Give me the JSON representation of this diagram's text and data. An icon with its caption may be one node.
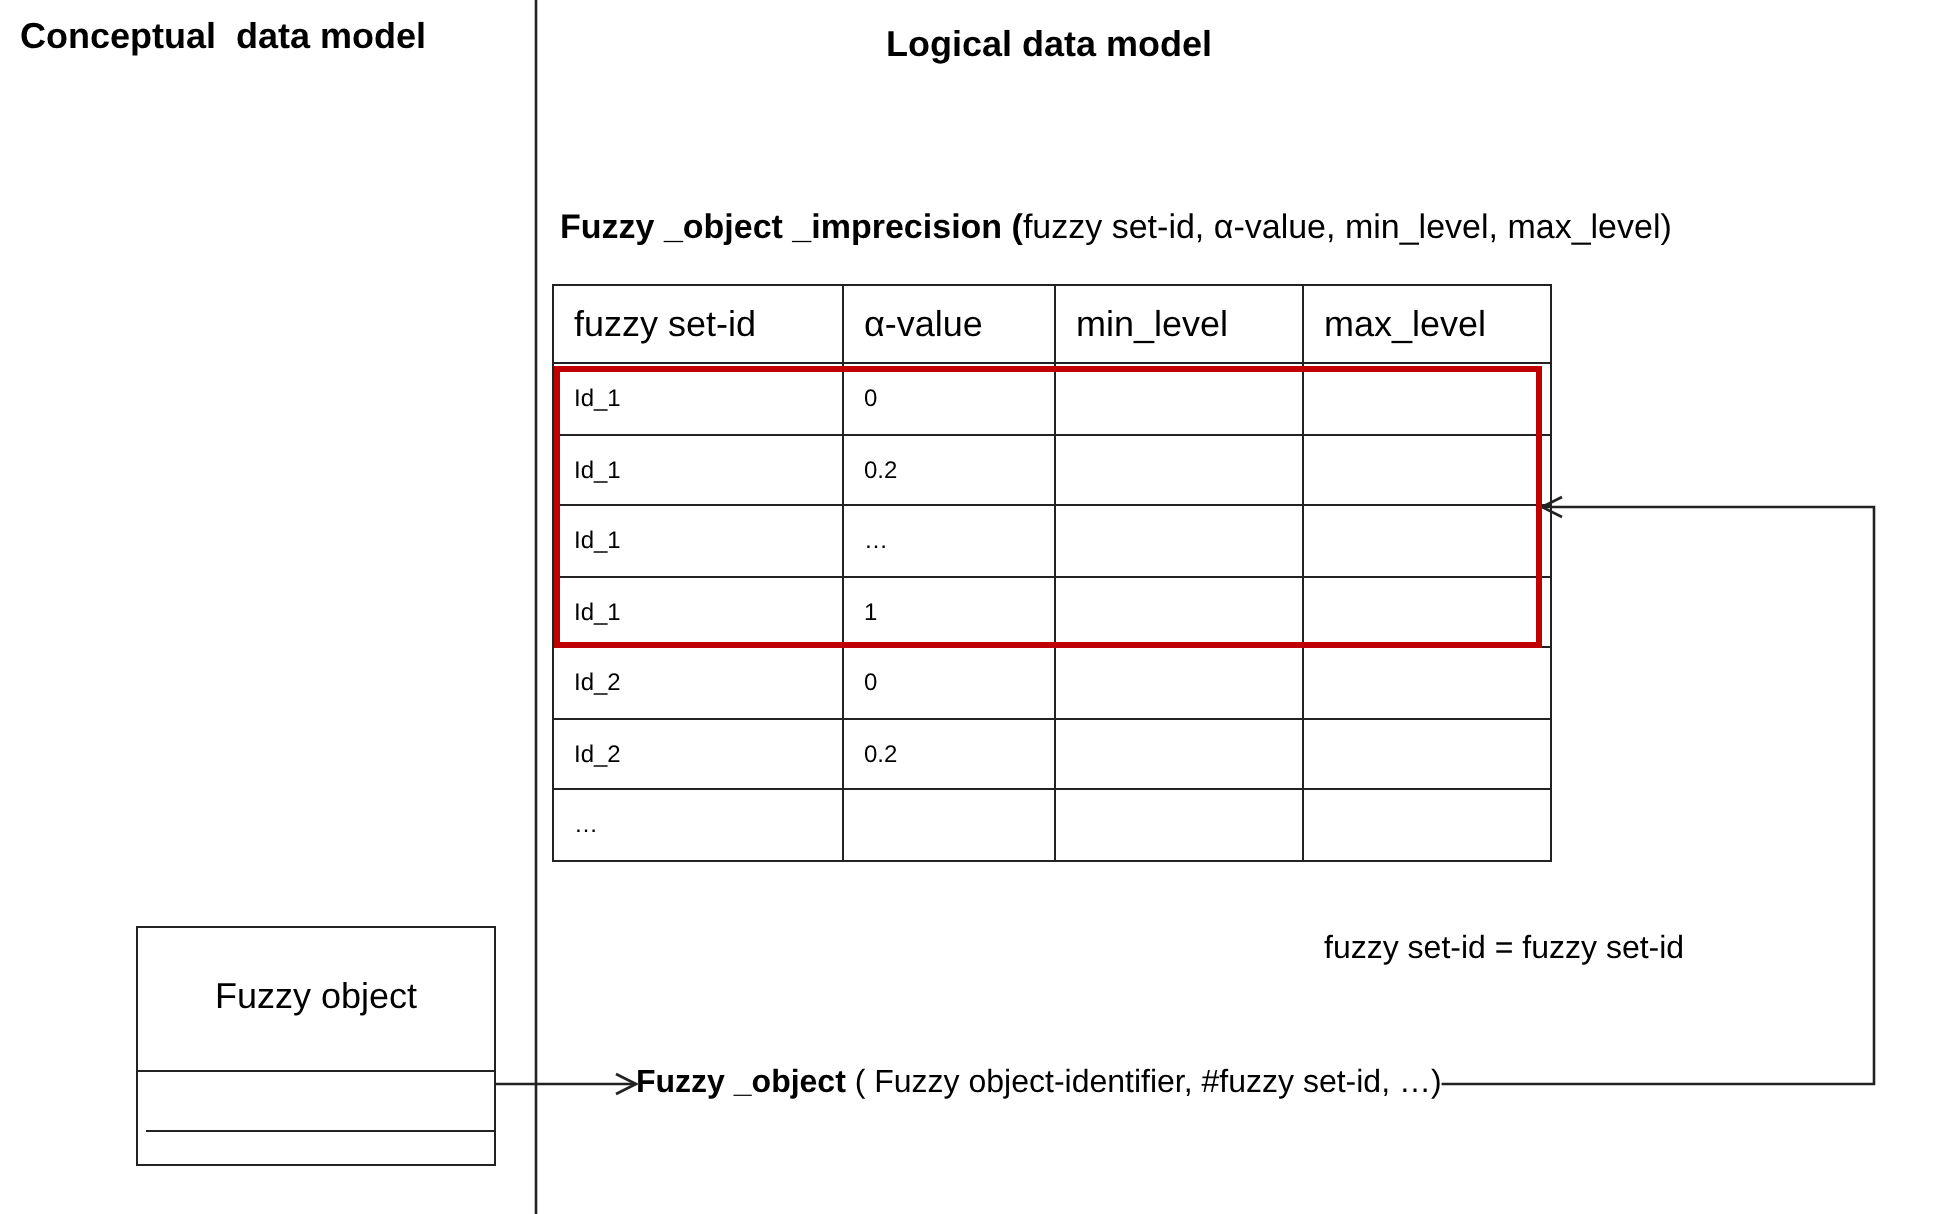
{
  "diagram": {
    "nodes": [
      {
        "text": [
          "Fuzzy object"
        ]
      },
      {
        "text": [
          "**Fuzzy _object** ( Fuzzy object-identifier, #fuzzy set-id, …)"
        ]
      },
      {
        "text": [
          "**Fuzzy _object _imprecision (**fuzzy set-id, α-value, min_level, max_level)"
        ]
      },
      {
        "text": [],
        "shape": "box",
        "in": 2
      }
    ],
    "edges": [
      {
        "from": 0,
        "to": 1,
        "arrow": "to"
      },
      {
        "from": 1,
        "to": 3,
        "arrow": "to",
        "label": "fuzzy set-id = fuzzy set-id"
      }
    ],
    "labels": [
      "Conceptual  data model",
      "Logical data model",
      "fuzzy set-id",
      "α-value",
      "min_level",
      "max_level",
      "Id_1",
      "0",
      "Id_1",
      "0.2",
      "Id_1",
      "…",
      "Id_1",
      "1",
      "Id_2",
      "0",
      "Id_2",
      "0.2",
      "…"
    ]
  }
}
